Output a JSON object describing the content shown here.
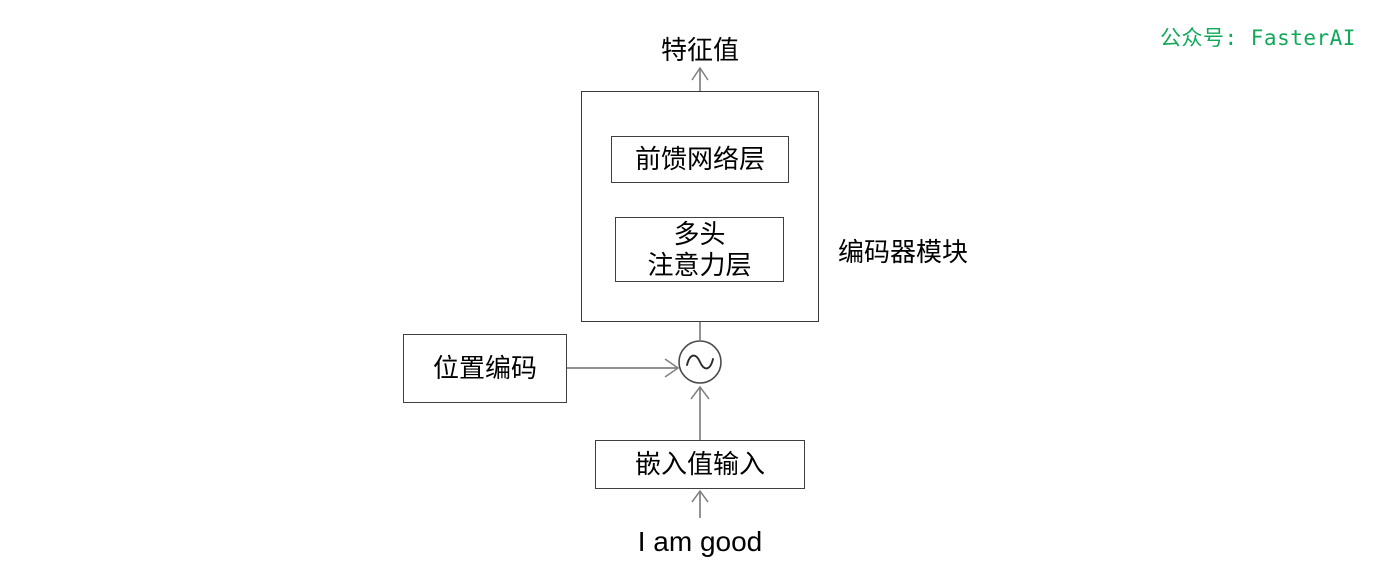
{
  "diagram": {
    "title_label": "特征值",
    "encoder_block_label": "编码器模块",
    "feedforward_label": "前馈网络层",
    "attention_label": "多头\n注意力层",
    "positional_encoding_label": "位置编码",
    "embedding_label": "嵌入值输入",
    "input_sentence": "I am good",
    "sum_node_symbol": "sine-wave",
    "colors": {
      "line": "#808080",
      "box_border": "#3f3f3f",
      "encoder_border": "#3a3a3a",
      "text": "#000000",
      "background": "#ffffff",
      "watermark": "#10a95a"
    }
  },
  "watermark": {
    "text": "公众号: FasterAI"
  }
}
